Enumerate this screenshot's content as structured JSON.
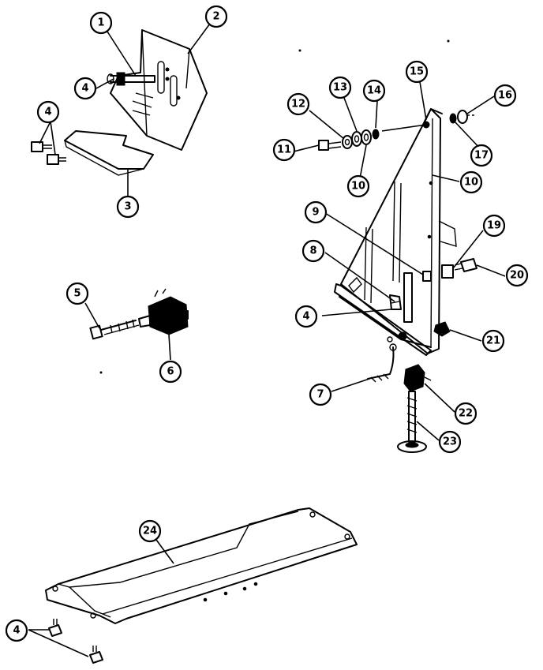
{
  "callouts": [
    {
      "id": "c1",
      "label": "1"
    },
    {
      "id": "c2",
      "label": "2"
    },
    {
      "id": "c3",
      "label": "3"
    },
    {
      "id": "c4a",
      "label": "4"
    },
    {
      "id": "c4b",
      "label": "4"
    },
    {
      "id": "c4c",
      "label": "4"
    },
    {
      "id": "c4d",
      "label": "4"
    },
    {
      "id": "c5",
      "label": "5"
    },
    {
      "id": "c6",
      "label": "6"
    },
    {
      "id": "c7",
      "label": "7"
    },
    {
      "id": "c8",
      "label": "8"
    },
    {
      "id": "c9",
      "label": "9"
    },
    {
      "id": "c10a",
      "label": "10"
    },
    {
      "id": "c10b",
      "label": "10"
    },
    {
      "id": "c11",
      "label": "11"
    },
    {
      "id": "c12",
      "label": "12"
    },
    {
      "id": "c13",
      "label": "13"
    },
    {
      "id": "c14",
      "label": "14"
    },
    {
      "id": "c15",
      "label": "15"
    },
    {
      "id": "c16",
      "label": "16"
    },
    {
      "id": "c17",
      "label": "17"
    },
    {
      "id": "c19",
      "label": "19"
    },
    {
      "id": "c20",
      "label": "20"
    },
    {
      "id": "c21",
      "label": "21"
    },
    {
      "id": "c22",
      "label": "22"
    },
    {
      "id": "c23",
      "label": "23"
    },
    {
      "id": "c24",
      "label": "24"
    }
  ]
}
